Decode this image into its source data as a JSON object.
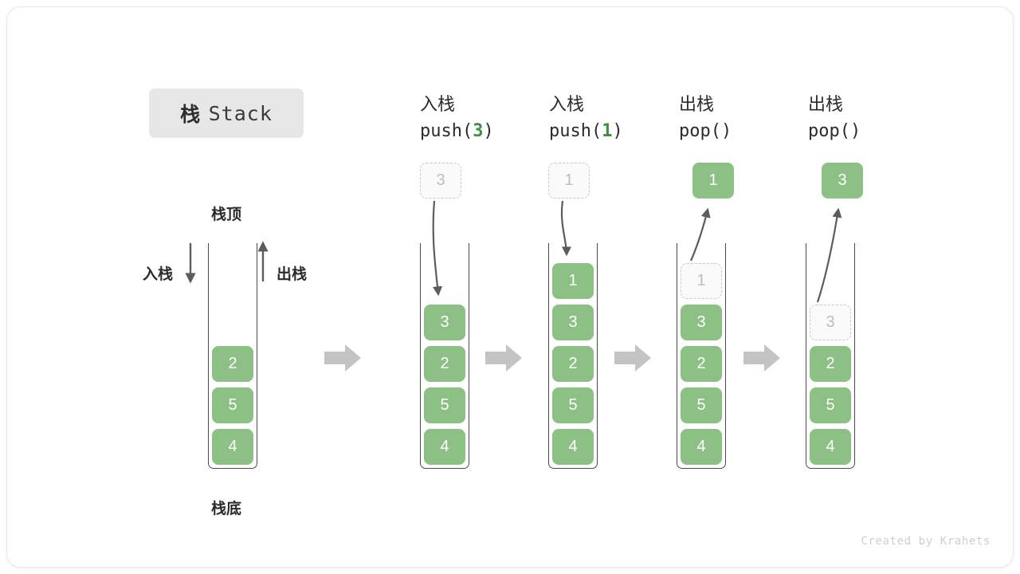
{
  "title": {
    "cn": "栈",
    "en": "Stack"
  },
  "annotations": {
    "top_label": "栈顶",
    "bottom_label": "栈底",
    "push_side_label": "入栈",
    "pop_side_label": "出栈"
  },
  "credit": "Created by Krahets",
  "colors": {
    "element_green": "#8cc084",
    "accent_green": "#3f8e43",
    "ghost_border": "#c9c9c9",
    "ghost_text": "#bdbdbd",
    "tube_stroke": "#4a4a4a",
    "flow_arrow": "#c4c4c4",
    "badge_bg": "#e7e7e7"
  },
  "steps": [
    {
      "id": "initial",
      "head_cn": "",
      "head_code": "",
      "stack": [
        "2",
        "5",
        "4"
      ],
      "ghost_index": -1,
      "float_box": null
    },
    {
      "id": "push-3",
      "head_cn": "入栈",
      "head_code_prefix": "push(",
      "head_code_arg": "3",
      "head_code_suffix": ")",
      "stack": [
        "3",
        "2",
        "5",
        "4"
      ],
      "ghost_index": -1,
      "float_box": {
        "value": "3",
        "style": "ghost"
      }
    },
    {
      "id": "push-1",
      "head_cn": "入栈",
      "head_code_prefix": "push(",
      "head_code_arg": "1",
      "head_code_suffix": ")",
      "stack": [
        "1",
        "3",
        "2",
        "5",
        "4"
      ],
      "ghost_index": -1,
      "float_box": {
        "value": "1",
        "style": "ghost"
      }
    },
    {
      "id": "pop-1",
      "head_cn": "出栈",
      "head_code_prefix": "pop(",
      "head_code_arg": "",
      "head_code_suffix": ")",
      "stack": [
        "1",
        "3",
        "2",
        "5",
        "4"
      ],
      "ghost_index": 0,
      "float_box": {
        "value": "1",
        "style": "solid"
      }
    },
    {
      "id": "pop-3",
      "head_cn": "出栈",
      "head_code_prefix": "pop(",
      "head_code_arg": "",
      "head_code_suffix": ")",
      "stack": [
        "3",
        "2",
        "5",
        "4"
      ],
      "ghost_index": 0,
      "float_box": {
        "value": "3",
        "style": "solid"
      }
    }
  ]
}
